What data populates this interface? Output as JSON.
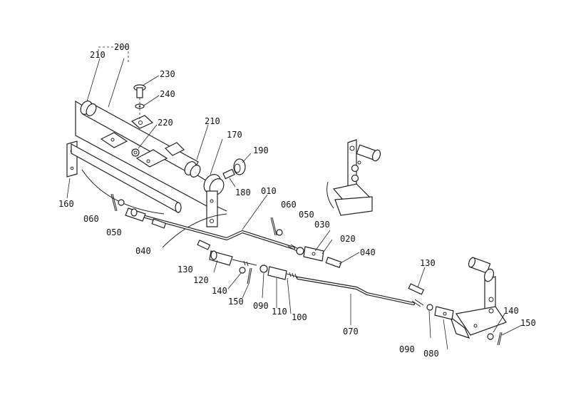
{
  "diagram": {
    "callouts": {
      "c200": "200",
      "c210a": "210",
      "c230": "230",
      "c240": "240",
      "c220": "220",
      "c210b": "210",
      "c170": "170",
      "c190": "190",
      "c180": "180",
      "c160": "160",
      "c060a": "060",
      "c050a": "050",
      "c040a": "040",
      "c010": "010",
      "c060b": "060",
      "c050b": "050",
      "c030": "030",
      "c020": "020",
      "c040b": "040",
      "c130a": "130",
      "c120": "120",
      "c140a": "140",
      "c150a": "150",
      "c090a": "090",
      "c110": "110",
      "c100": "100",
      "c070": "070",
      "c130b": "130",
      "c140b": "140",
      "c150b": "150",
      "c090b": "090",
      "c080": "080"
    }
  }
}
